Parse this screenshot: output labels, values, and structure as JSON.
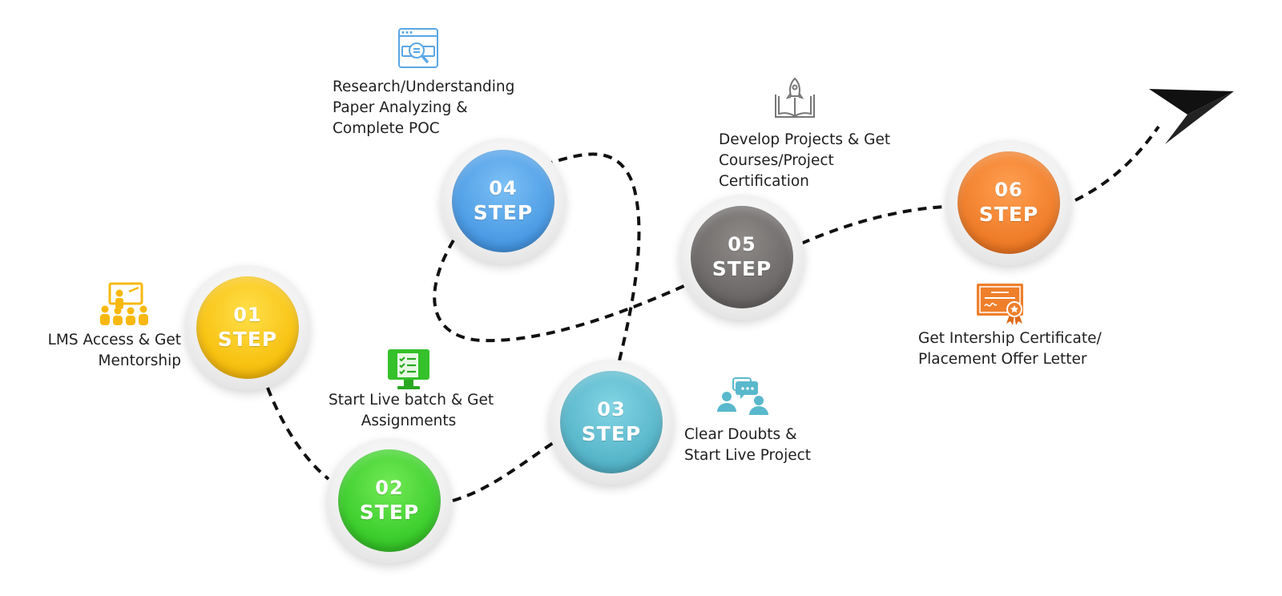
{
  "colors": {
    "step1": "#f8c313",
    "step2": "#3fcf2f",
    "step3": "#5ab8cc",
    "step4": "#4f9ee6",
    "step5": "#6e6b6a",
    "step6": "#f07f2b",
    "path": "#111111"
  },
  "steps": [
    {
      "number": "01",
      "word": "STEP",
      "icon": "classroom-mentor-icon",
      "label": [
        "LMS Access & Get",
        "Mentorship"
      ]
    },
    {
      "number": "02",
      "word": "STEP",
      "icon": "monitor-checklist-icon",
      "label": [
        "Start Live batch & Get",
        "Assignments"
      ]
    },
    {
      "number": "03",
      "word": "STEP",
      "icon": "chat-people-icon",
      "label": [
        "Clear Doubts &",
        "Start Live Project"
      ]
    },
    {
      "number": "04",
      "word": "STEP",
      "icon": "browser-search-icon",
      "label": [
        "Research/Understanding",
        "Paper Analyzing &",
        "Complete POC"
      ]
    },
    {
      "number": "05",
      "word": "STEP",
      "icon": "book-rocket-icon",
      "label": [
        "Develop Projects & Get",
        "Courses/Project",
        "Certification"
      ]
    },
    {
      "number": "06",
      "word": "STEP",
      "icon": "certificate-icon",
      "label": [
        "Get Intership Certificate/",
        "Placement Offer Letter"
      ]
    }
  ],
  "end_icon": "paper-plane-icon"
}
